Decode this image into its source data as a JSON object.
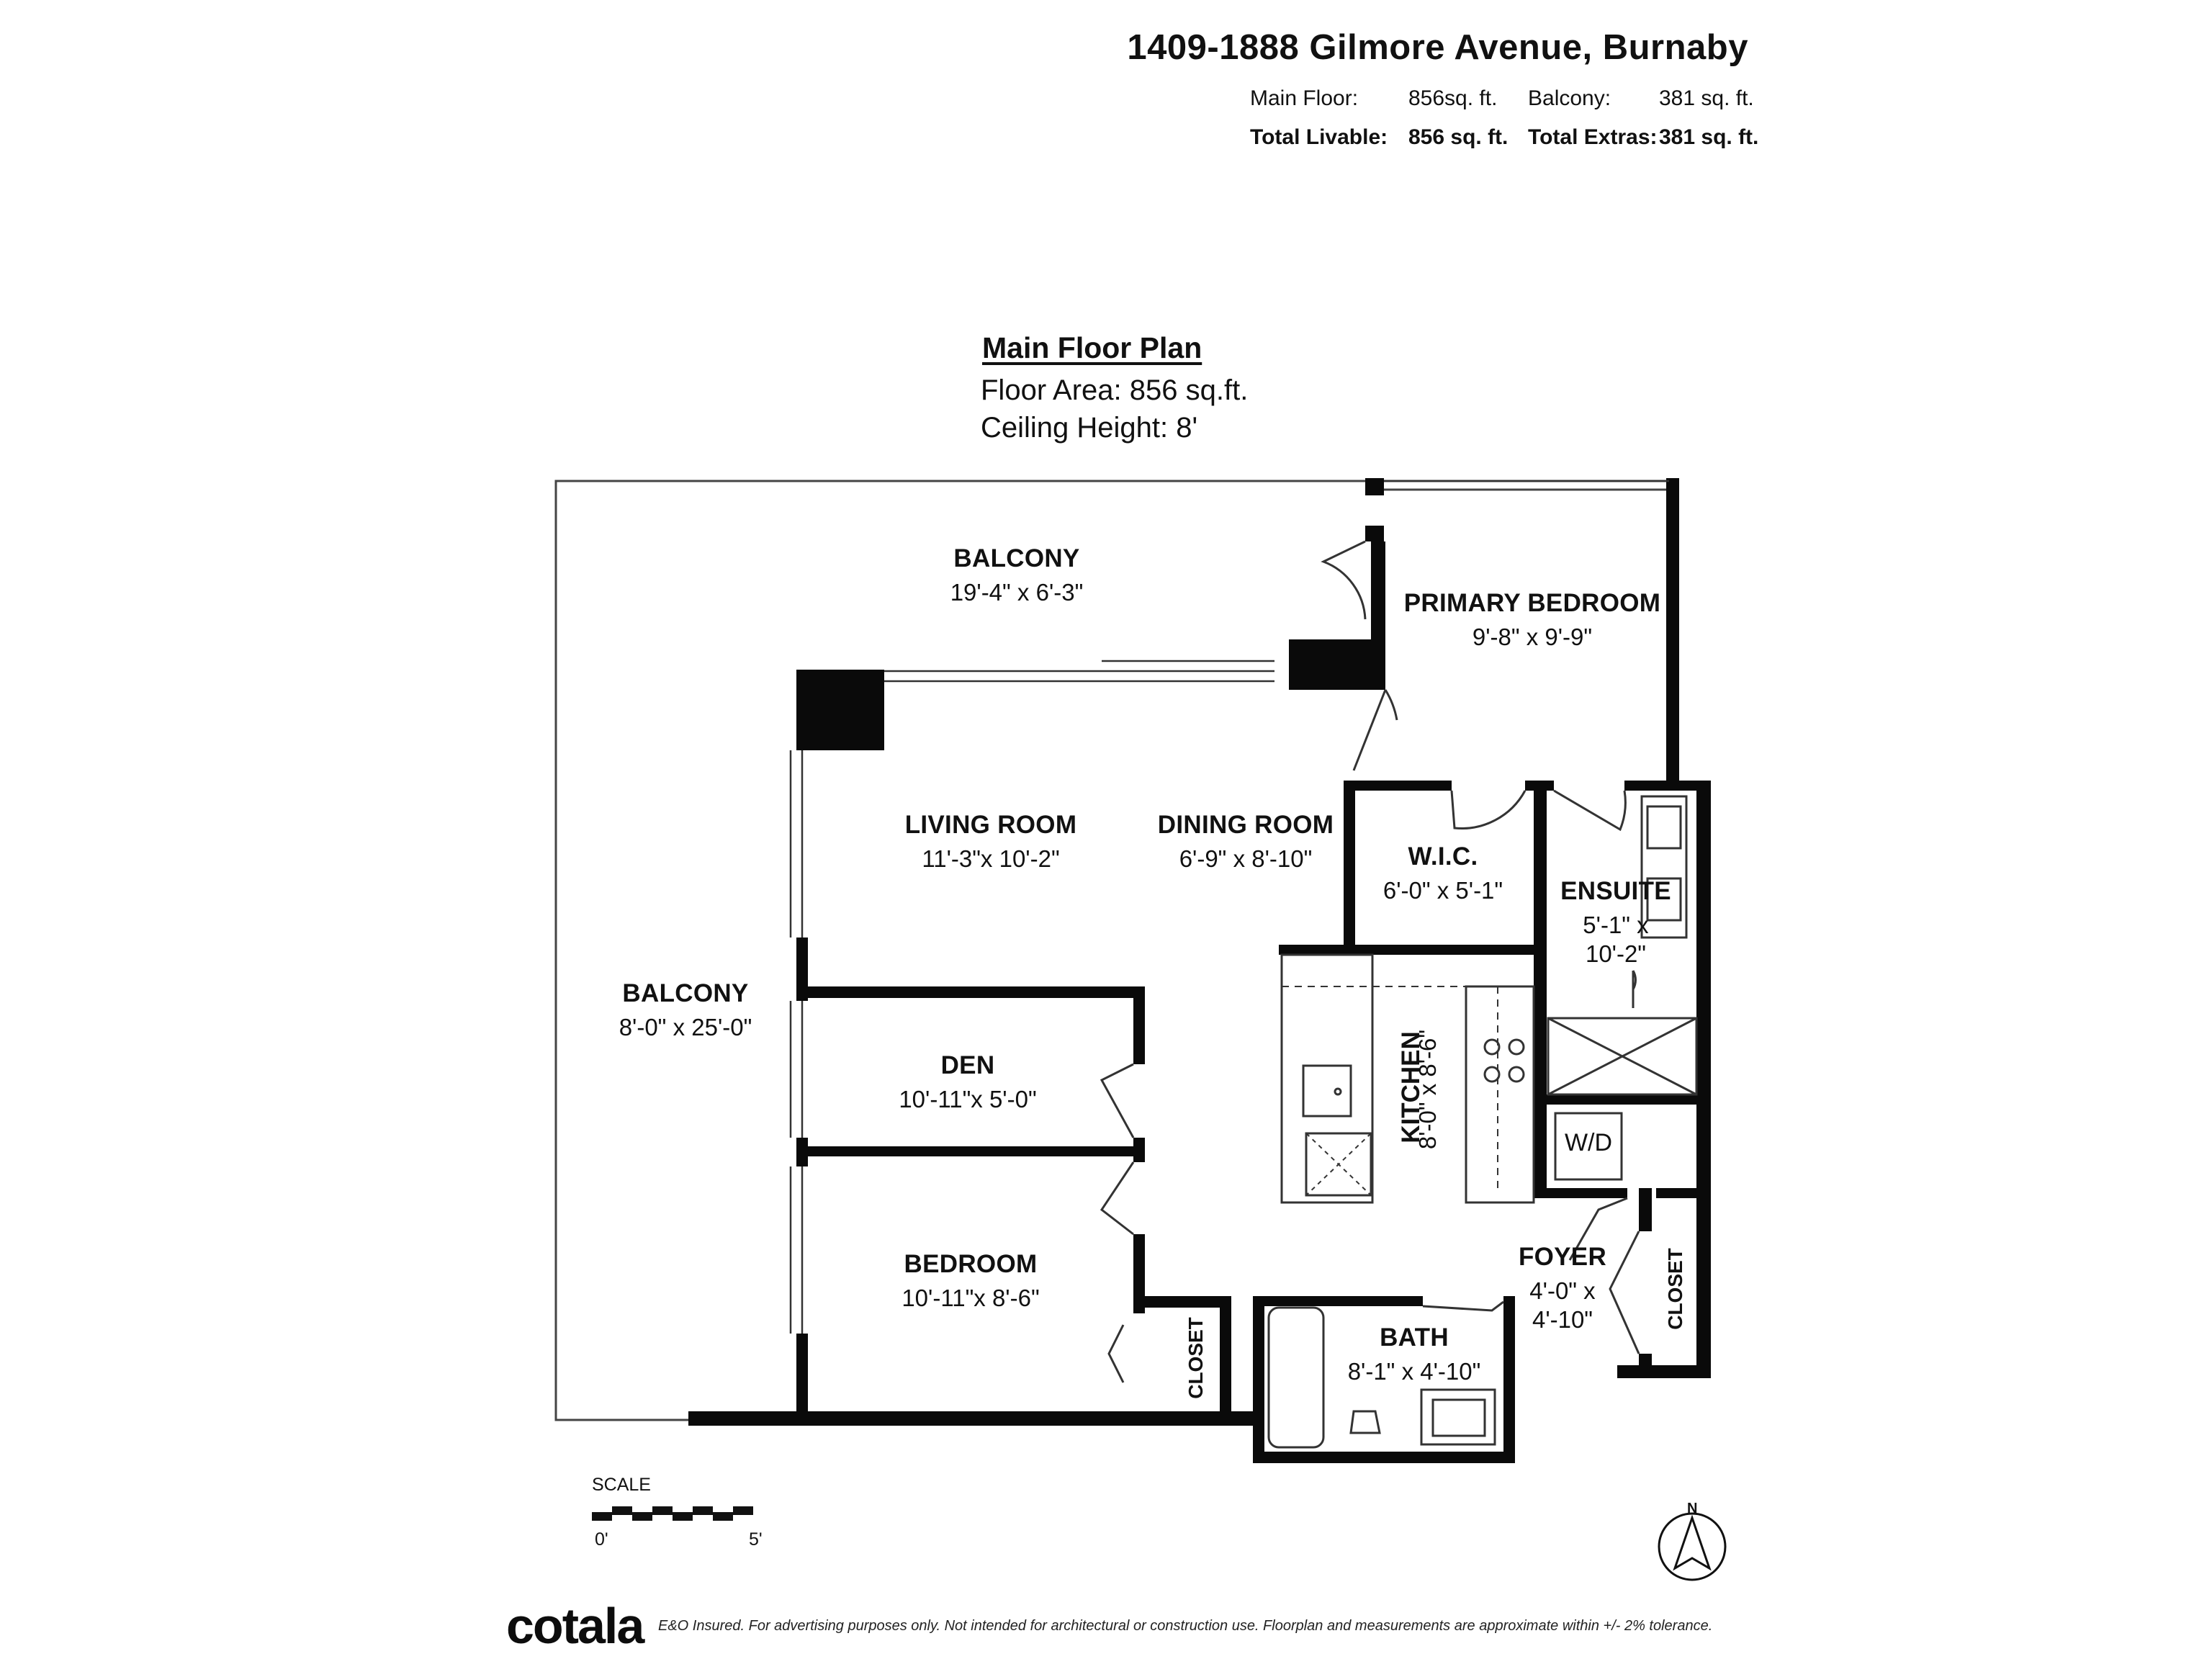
{
  "header": {
    "address": "1409-1888 Gilmore Avenue, Burnaby",
    "main_floor_label": "Main Floor:",
    "main_floor_value": "856sq. ft.",
    "balcony_label": "Balcony:",
    "balcony_value": "381 sq. ft.",
    "total_livable_label": "Total Livable:",
    "total_livable_value": "856 sq. ft.",
    "total_extras_label": "Total Extras:",
    "total_extras_value": "381 sq. ft."
  },
  "plan": {
    "title": "Main Floor Plan",
    "floor_area": "Floor Area: 856 sq.ft.",
    "ceiling_height": "Ceiling Height: 8'"
  },
  "rooms": {
    "balcony_top": {
      "name": "BALCONY",
      "dims": "19'-4\" x 6'-3\""
    },
    "primary_bedroom": {
      "name": "PRIMARY BEDROOM",
      "dims": "9'-8\" x 9'-9\""
    },
    "living_room": {
      "name": "LIVING ROOM",
      "dims": "11'-3\"x 10'-2\""
    },
    "dining_room": {
      "name": "DINING ROOM",
      "dims": "6'-9\" x 8'-10\""
    },
    "wic": {
      "name": "W.I.C.",
      "dims": "6'-0\" x 5'-1\""
    },
    "ensuite": {
      "name": "ENSUITE",
      "dims1": "5'-1\" x",
      "dims2": "10'-2\""
    },
    "balcony_side": {
      "name": "BALCONY",
      "dims": "8'-0\" x 25'-0\""
    },
    "den": {
      "name": "DEN",
      "dims": "10'-11\"x 5'-0\""
    },
    "kitchen": {
      "name": "KITCHEN",
      "dims": "8'-0\" x 8'-6\""
    },
    "wd": {
      "name": "W/D"
    },
    "bedroom": {
      "name": "BEDROOM",
      "dims": "10'-11\"x 8'-6\""
    },
    "foyer": {
      "name": "FOYER",
      "dims1": "4'-0\" x",
      "dims2": "4'-10\""
    },
    "closet_foyer": {
      "name": "CLOSET"
    },
    "bath": {
      "name": "BATH",
      "dims": "8'-1\" x 4'-10\""
    },
    "closet_bedroom": {
      "name": "CLOSET"
    }
  },
  "scale": {
    "label": "SCALE",
    "start": "0'",
    "end": "5'"
  },
  "compass": {
    "label": "N"
  },
  "footer": {
    "brand": "cotala",
    "disclaimer": "E&O Insured. For advertising purposes only. Not intended for architectural or construction use. Floorplan and measurements are approximate within +/- 2% tolerance."
  },
  "colors": {
    "wall": "#0a0a0a",
    "line": "#333333",
    "background": "#ffffff"
  }
}
